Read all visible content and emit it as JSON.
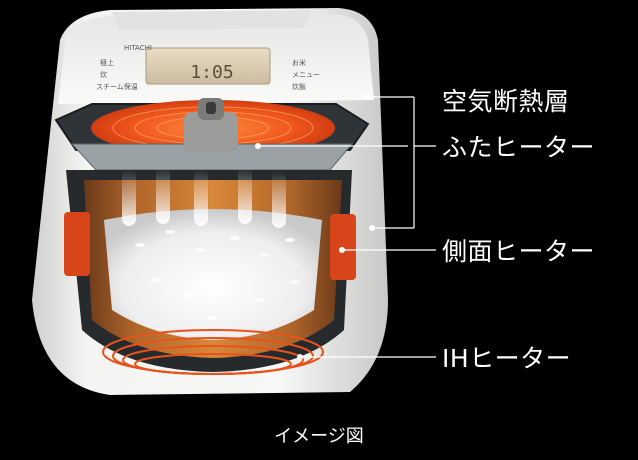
{
  "labels": {
    "air_insulation": "空気断熱層",
    "lid_heater": "ふたヒーター",
    "side_heater": "側面ヒーター",
    "ih_heater": "IHヒーター"
  },
  "caption": "イメージ図",
  "cooker": {
    "brand": "HITACHI",
    "display_text": "1:05",
    "panel_left": [
      "極上",
      "炊"
    ],
    "panel_right": [
      "お米",
      "メニュー",
      "炊飯"
    ],
    "panel_bottom_left": "スチーム保温"
  },
  "colors": {
    "background": "#000000",
    "body": "#f2f2f0",
    "heater": "#e8531c",
    "label_text": "#ffffff"
  }
}
